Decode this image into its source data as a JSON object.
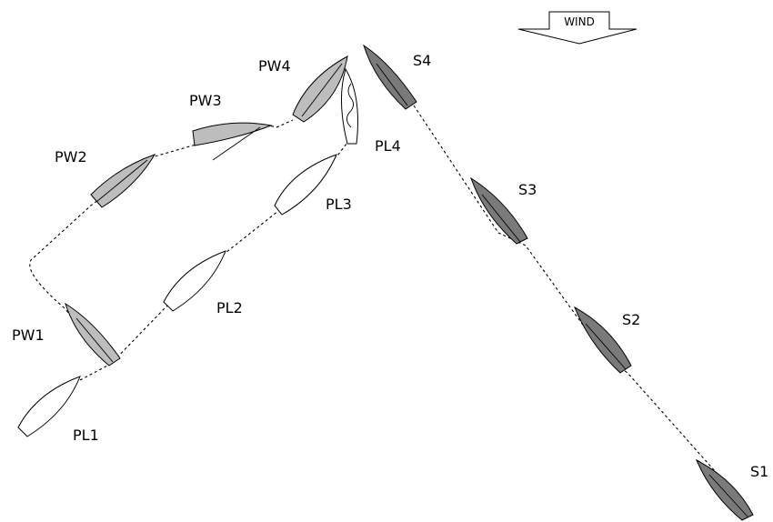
{
  "wind": {
    "label": "WIND"
  },
  "boats": [
    {
      "id": "S1",
      "label": "S1",
      "group": "starboard",
      "fill": "#7a7a7a"
    },
    {
      "id": "S2",
      "label": "S2",
      "group": "starboard",
      "fill": "#7a7a7a"
    },
    {
      "id": "S3",
      "label": "S3",
      "group": "starboard",
      "fill": "#7a7a7a"
    },
    {
      "id": "S4",
      "label": "S4",
      "group": "starboard",
      "fill": "#7a7a7a"
    },
    {
      "id": "PW1",
      "label": "PW1",
      "group": "port-windward",
      "fill": "#bdbdbd"
    },
    {
      "id": "PW2",
      "label": "PW2",
      "group": "port-windward",
      "fill": "#bdbdbd"
    },
    {
      "id": "PW3",
      "label": "PW3",
      "group": "port-windward",
      "fill": "#bdbdbd"
    },
    {
      "id": "PW4",
      "label": "PW4",
      "group": "port-windward",
      "fill": "#bdbdbd"
    },
    {
      "id": "PL1",
      "label": "PL1",
      "group": "port-leeward",
      "fill": "#ffffff"
    },
    {
      "id": "PL2",
      "label": "PL2",
      "group": "port-leeward",
      "fill": "#ffffff"
    },
    {
      "id": "PL3",
      "label": "PL3",
      "group": "port-leeward",
      "fill": "#ffffff"
    },
    {
      "id": "PL4",
      "label": "PL4",
      "group": "port-leeward",
      "fill": "#ffffff"
    }
  ],
  "colors": {
    "starboard": "#7a7a7a",
    "port_windward": "#bdbdbd",
    "port_leeward": "#ffffff",
    "line": "#000000"
  }
}
